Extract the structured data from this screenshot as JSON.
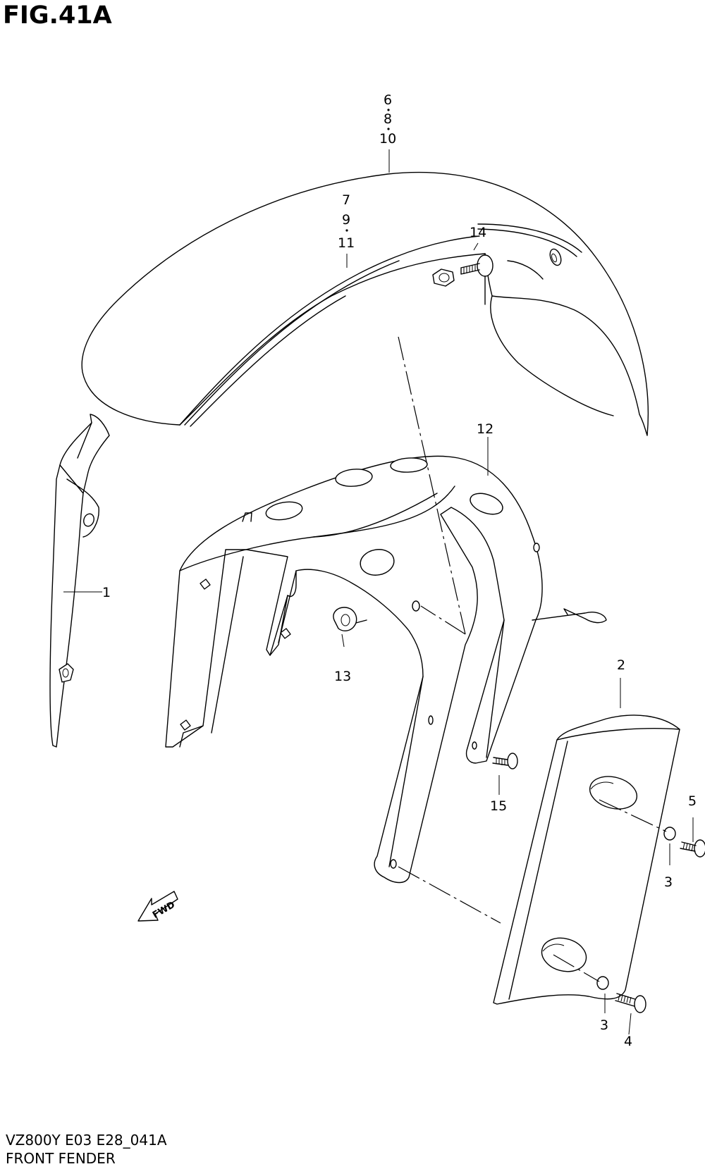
{
  "figure": {
    "title": "FIG.41A",
    "model_code": "VZ800Y E03 E28_041A",
    "section_name": "FRONT FENDER"
  },
  "callouts": {
    "c6": "6",
    "c8": "8",
    "c10": "10",
    "c7": "7",
    "c9": "9",
    "c11": "11",
    "c14": "14",
    "c12": "12",
    "c1": "1",
    "c13": "13",
    "c2": "2",
    "c15": "15",
    "c5": "5",
    "c3a": "3",
    "c3b": "3",
    "c4": "4"
  },
  "direction_marker": {
    "label": "FWD",
    "icon": "fwd-arrow-icon"
  }
}
